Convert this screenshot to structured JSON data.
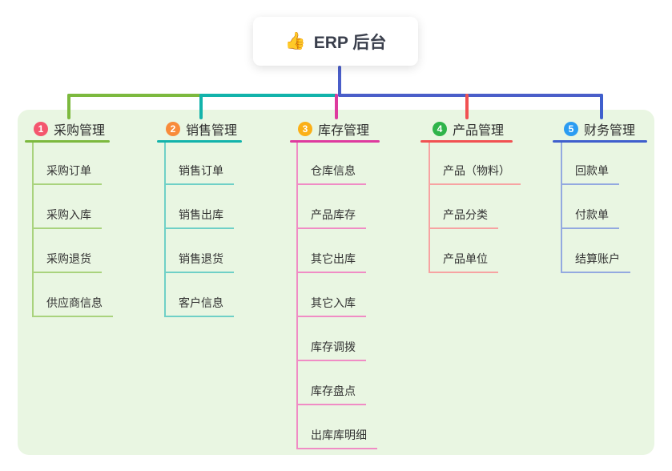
{
  "root": {
    "icon": "👍",
    "label": "ERP 后台"
  },
  "connectors": {
    "stem_color": "#4a5ec9"
  },
  "branches": [
    {
      "number": "1",
      "label": "采购管理",
      "badge_color": "#f4566e",
      "line_color": "#7cb93e",
      "light_color": "#a9d37d",
      "children": [
        "采购订单",
        "采购入库",
        "采购退货",
        "供应商信息"
      ]
    },
    {
      "number": "2",
      "label": "销售管理",
      "badge_color": "#f88b3a",
      "line_color": "#12b3ab",
      "light_color": "#6fd0c7",
      "children": [
        "销售订单",
        "销售出库",
        "销售退货",
        "客户信息"
      ]
    },
    {
      "number": "3",
      "label": "库存管理",
      "badge_color": "#fbb017",
      "line_color": "#de3a9e",
      "light_color": "#f08cc5",
      "children": [
        "仓库信息",
        "产品库存",
        "其它出库",
        "其它入库",
        "库存调拨",
        "库存盘点",
        "出库库明细"
      ]
    },
    {
      "number": "4",
      "label": "产品管理",
      "badge_color": "#2fb44a",
      "line_color": "#f15152",
      "light_color": "#f7a3a2",
      "children": [
        "产品（物料）",
        "产品分类",
        "产品单位"
      ]
    },
    {
      "number": "5",
      "label": "财务管理",
      "badge_color": "#2b9cf2",
      "line_color": "#3f5fcd",
      "light_color": "#93a9e0",
      "children": [
        "回款单",
        "付款单",
        "结算账户"
      ]
    }
  ]
}
